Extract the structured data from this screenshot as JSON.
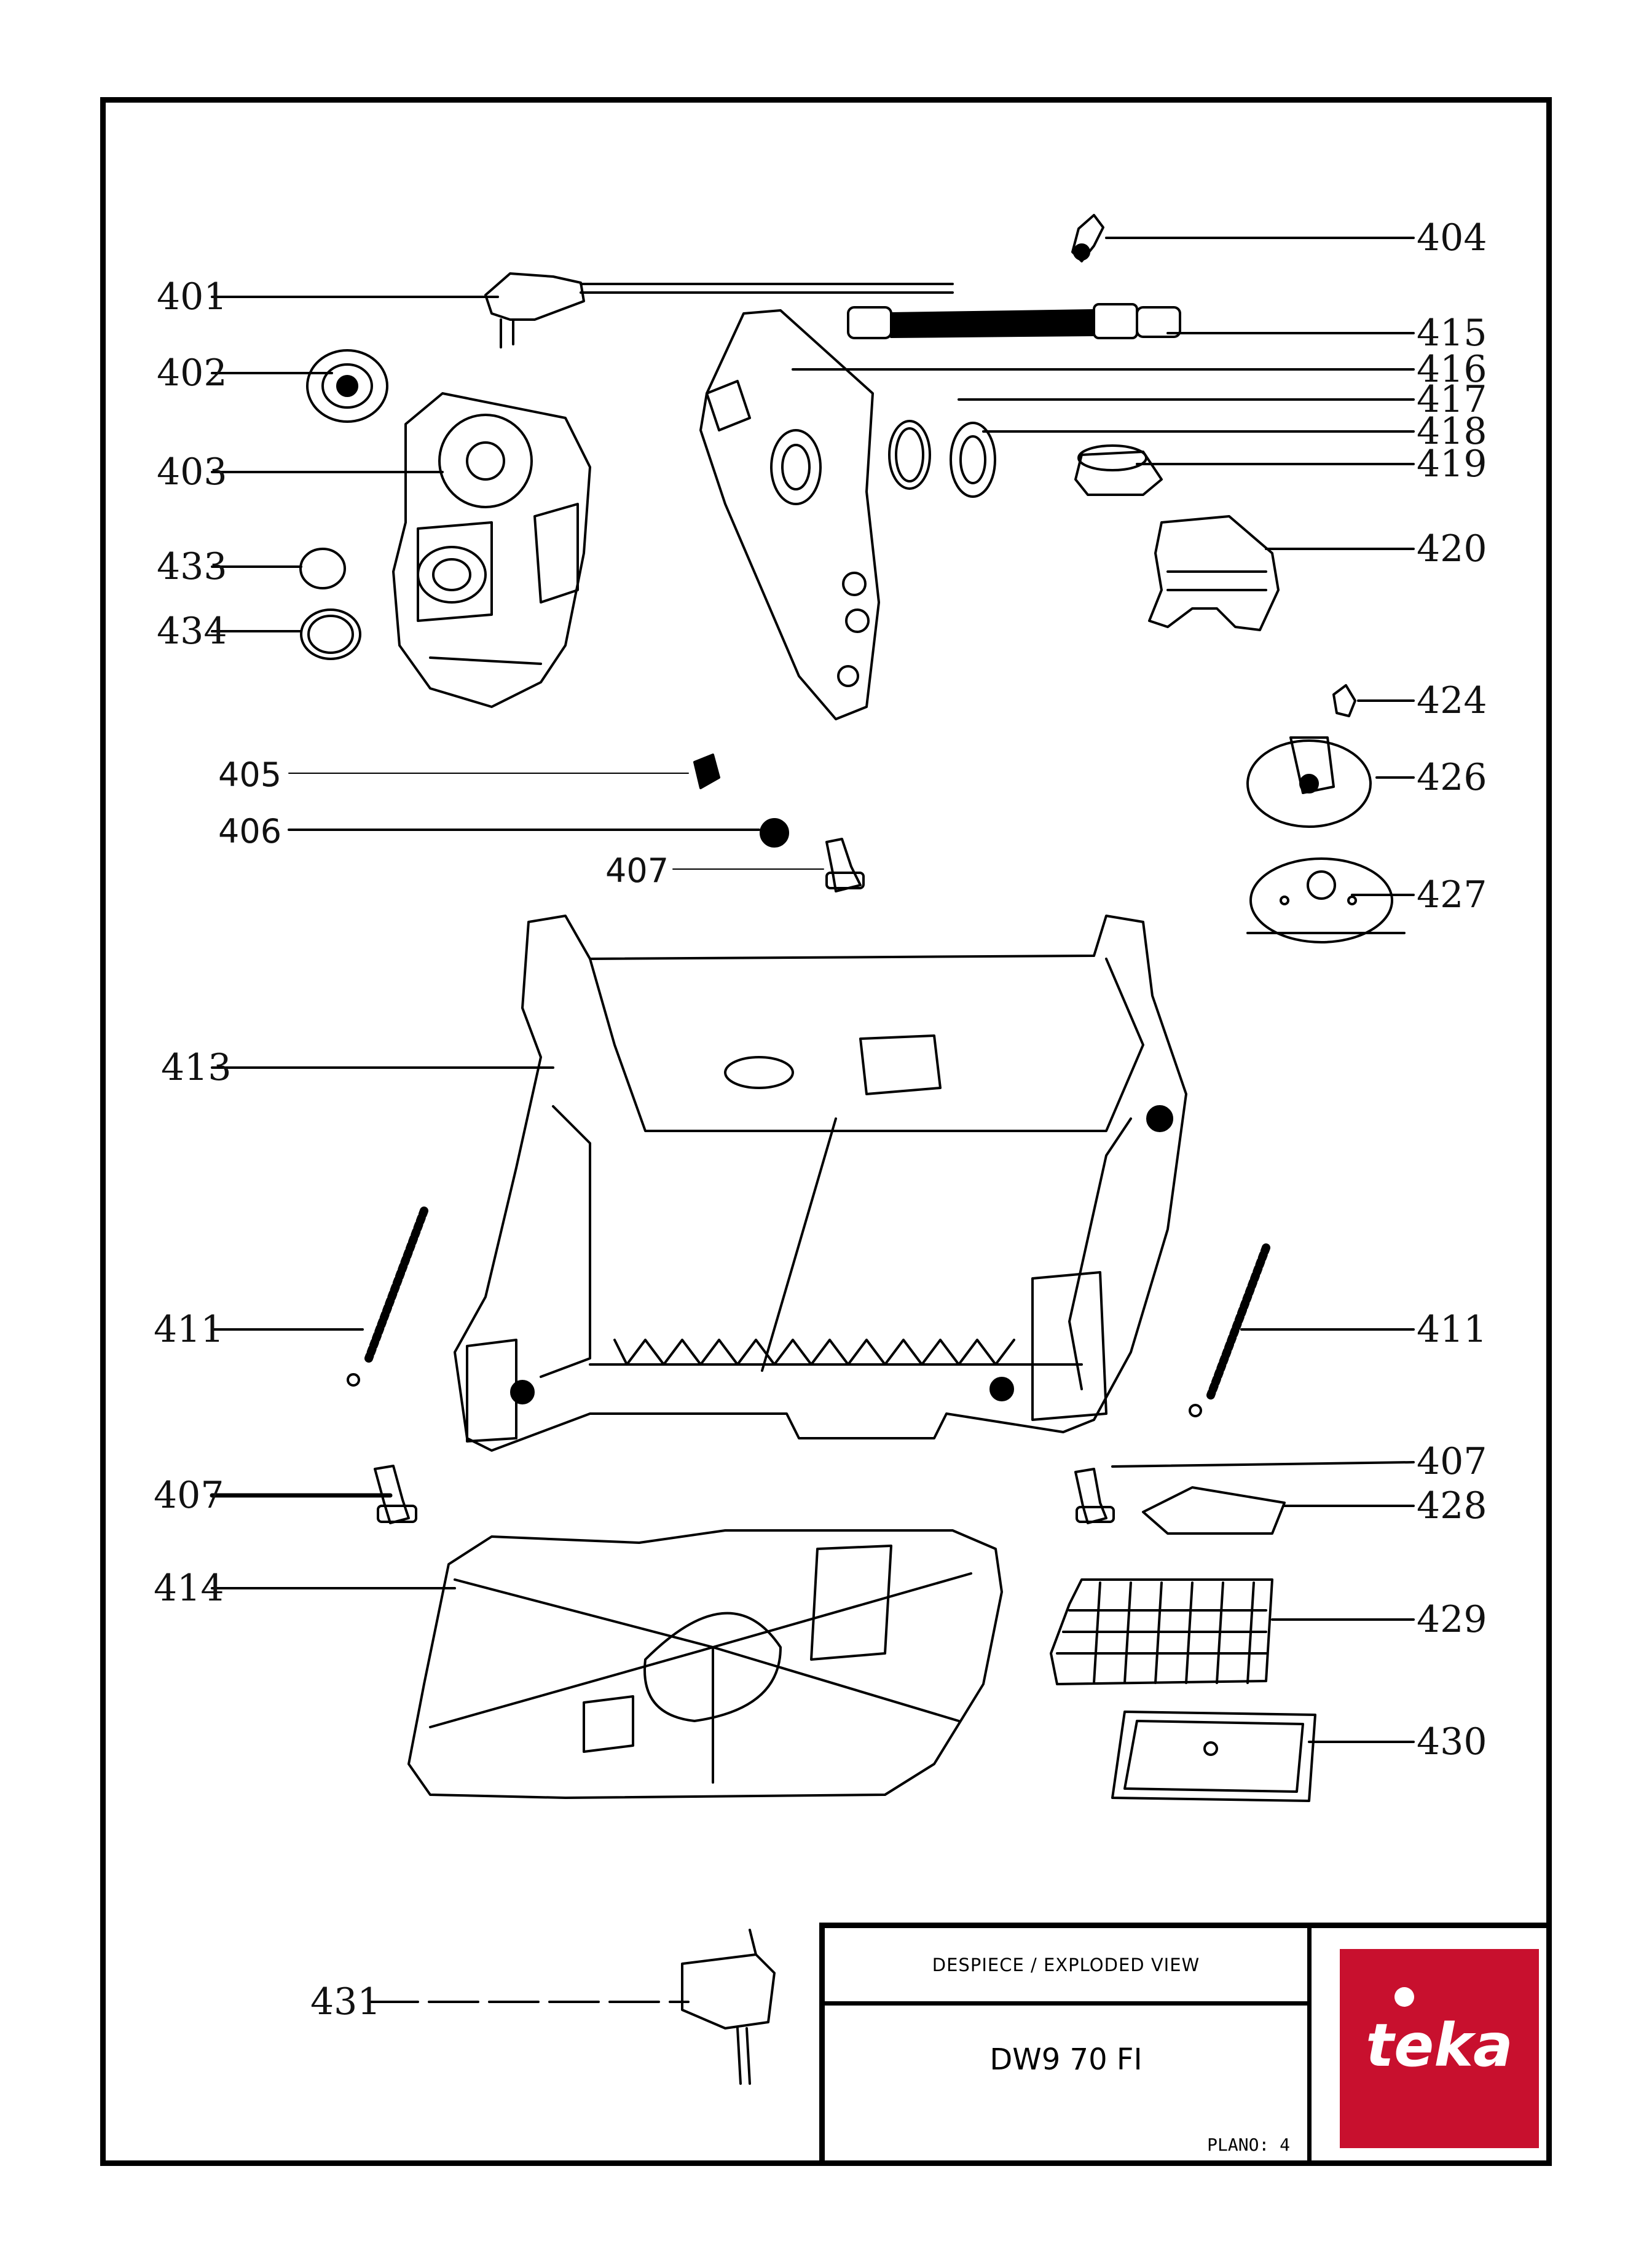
{
  "callouts": {
    "c401": "401",
    "c402": "402",
    "c403": "403",
    "c433": "433",
    "c434": "434",
    "c404": "404",
    "c415": "415",
    "c416": "416",
    "c417": "417",
    "c418": "418",
    "c419": "419",
    "c420": "420",
    "c424": "424",
    "c426": "426",
    "c427": "427",
    "c405": "405",
    "c406": "406",
    "c407a": "407",
    "c413": "413",
    "c411a": "411",
    "c411b": "411",
    "c407b": "407",
    "c407c": "407",
    "c428": "428",
    "c414": "414",
    "c429": "429",
    "c430": "430",
    "c431": "431"
  },
  "title_block": {
    "header": "DESPIECE / EXPLODED VIEW",
    "model": "DW9 70 FI",
    "plano": "PLANO: 4",
    "logo_text": "teka"
  },
  "colors": {
    "line": "#000000",
    "logo_red": "#C8102E",
    "logo_text": "#ffffff"
  }
}
